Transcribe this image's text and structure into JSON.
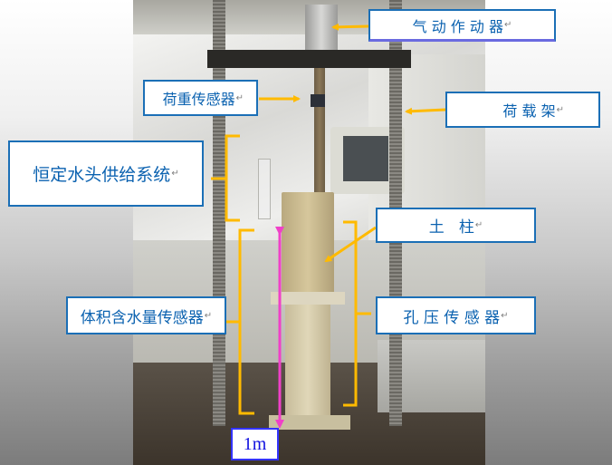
{
  "figure": {
    "description": "Photo of soil column test apparatus with annotation labels",
    "colors": {
      "label_text": "#0b62b0",
      "label_border": "#1b6fb6",
      "bracket_arrow": "#ffba00",
      "scale_arrow": "#f040c8",
      "scale_text": "#1010e0"
    }
  },
  "labels": {
    "actuator": "气 动 作 动 器",
    "load_cell": "荷重传感器",
    "loading_frame": "荷 载 架",
    "constant_head": "恒定水头供给系统",
    "soil_column": "土   柱",
    "volumetric_water_sensor": "体积含水量传感器",
    "pore_pressure_sensor": "孔 压 传 感 器",
    "return_mark": "↵"
  },
  "scale": {
    "label": "1m"
  }
}
